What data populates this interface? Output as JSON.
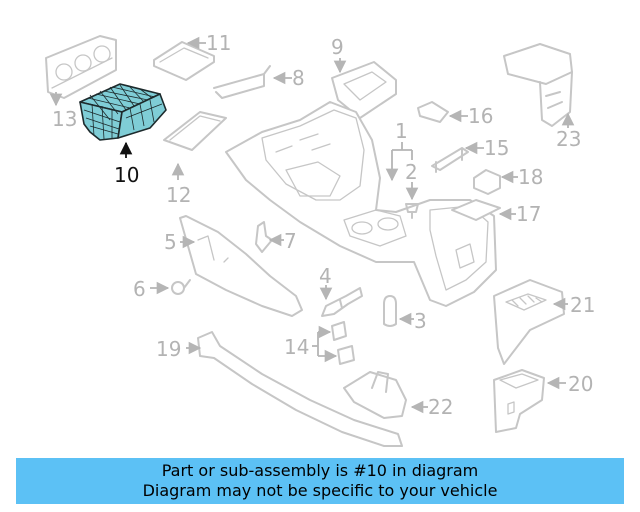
{
  "highlight_color": "#7fcdd6",
  "banner": {
    "background": "#5cc1f5",
    "line1": "Part or sub-assembly is #10 in diagram",
    "line2": "Diagram may not be specific to your vehicle"
  },
  "callouts": {
    "c1": "1",
    "c2": "2",
    "c3": "3",
    "c4": "4",
    "c5": "5",
    "c6": "6",
    "c7": "7",
    "c8": "8",
    "c9": "9",
    "c10": "10",
    "c11": "11",
    "c12": "12",
    "c13": "13",
    "c14": "14",
    "c15": "15",
    "c16": "16",
    "c17": "17",
    "c18": "18",
    "c19": "19",
    "c20": "20",
    "c21": "21",
    "c22": "22",
    "c23": "23"
  }
}
